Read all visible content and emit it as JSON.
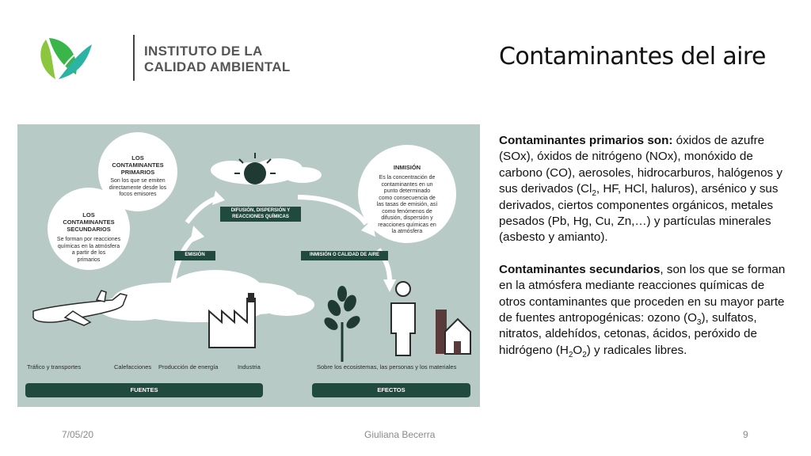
{
  "logo": {
    "line1": "INSTITUTO DE LA",
    "line2": "CALIDAD AMBIENTAL",
    "icon": "leaf-logo-icon",
    "colors": [
      "#5fb85c",
      "#2fb0a6"
    ]
  },
  "slide": {
    "title": "Contaminantes del aire"
  },
  "diagram": {
    "primarios": {
      "heading1": "LOS",
      "heading2": "CONTAMINANTES",
      "heading3": "PRIMARIOS",
      "text1": "Son los que se emiten",
      "text2": "directamente desde los",
      "text3": "focos emisores"
    },
    "secundarios": {
      "heading1": "LOS",
      "heading2": "CONTAMINANTES",
      "heading3": "SECUNDARIOS",
      "text1": "Se forman por reacciones",
      "text2": "químicas en la atmósfera",
      "text3": "a partir de los",
      "text4": "primarios"
    },
    "inmision": {
      "heading": "INMISIÓN",
      "text1": "Es la concentración de",
      "text2": "contaminantes en un",
      "text3": "punto determinado",
      "text4": "como consecuencia de",
      "text5": "las tasas de emisión, así",
      "text6": "como fenómenos de",
      "text7": "difusión, dispersión y",
      "text8": "reacciones químicas en",
      "text9": "la atmósfera"
    },
    "labels": {
      "difusion1": "DIFUSIÓN, DISPERSIÓN Y",
      "difusion2": "REACCIONES QUÍMICAS",
      "emision": "EMISIÓN",
      "inmision_calidad": "INMISIÓN O CALIDAD DE AIRE"
    },
    "captions": {
      "trafico": "Tráfico y transportes",
      "calefacciones": "Calefacciones",
      "energia": "Producción de energía",
      "industria": "Industria",
      "ecosistemas": "Sobre los ecosistemas, las personas y los materiales"
    },
    "bars": {
      "fuentes": "FUENTES",
      "efectos": "EFECTOS"
    },
    "colors": {
      "background": "#b7cac6",
      "bar": "#1f4a3d",
      "cloud": "#ffffff"
    },
    "icons": [
      "sun-icon",
      "airplane-icon",
      "factory-icon",
      "tree-icon",
      "person-icon",
      "house-icon"
    ]
  },
  "text": {
    "p1_bold": "Contaminantes primarios son:",
    "p1_a": " óxidos de azufre (SOx), óxidos de nitrógeno (NOx), monóxido de carbono (CO), aerosoles, hidrocarburos, halógenos y sus derivados (Cl",
    "p1_sub1": "2",
    "p1_b": ", HF, HCl, haluros), arsénico y sus derivados, ciertos componentes orgánicos, metales pesados (Pb, Hg, Cu, Zn,…) y partículas minerales (asbesto y amianto).",
    "p2_bold": "Contaminantes secundarios",
    "p2_a": ", son los que se forman en la atmósfera mediante reacciones químicas de otros contaminantes que proceden en su mayor parte de fuentes antropogénicas: ozono (O",
    "p2_sub1": "3",
    "p2_b": "), sulfatos, nitratos, aldehídos, cetonas, ácidos, peróxido de hidrógeno (H",
    "p2_sub2": "2",
    "p2_c": "O",
    "p2_sub3": "2",
    "p2_d": ") y radicales libres."
  },
  "footer": {
    "date": "7/05/20",
    "author": "Giuliana Becerra",
    "page": "9"
  }
}
